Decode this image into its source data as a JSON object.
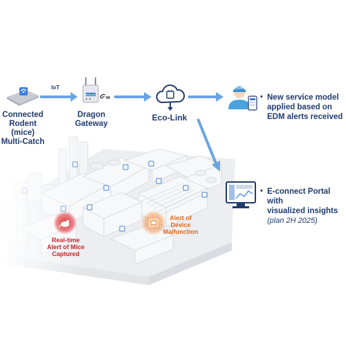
{
  "flow": {
    "iot_label": "IoT",
    "device_label_lines": [
      "Connected",
      "Rodent",
      "(mice)",
      "Multi-Catch"
    ],
    "gateway_label_lines": [
      "Dragon",
      "Gateway"
    ],
    "ecolink_label": "Eco-Link",
    "gateway_tag": "ECOLAB",
    "technician_tag": "ECOLAB"
  },
  "outcomes": {
    "service_model_lines": [
      "New service model",
      "applied based on",
      "EDM alerts received"
    ],
    "portal_lines": [
      "E-connect Portal with",
      "visualized insights"
    ],
    "portal_plan": "(plan 2H 2025)"
  },
  "alerts": {
    "mice_captured_lines": [
      "Real-time",
      "Alert of Mice",
      "Captured"
    ],
    "malfunction_lines": [
      "Alert of",
      "Device",
      "Malfunction"
    ]
  },
  "colors": {
    "arrow": "#6aa4e3",
    "text_navy": "#1f3b6e",
    "alert_red": "#c0262b",
    "alert_orange": "#e46b1b",
    "device_blue": "#3f7fd6"
  },
  "icons": {
    "device": "rodent-trap-icon",
    "gateway": "router-antenna-icon",
    "cloud": "cloud-icon",
    "technician": "technician-icon",
    "phone": "smartphone-icon",
    "monitor": "monitor-dashboard-icon",
    "mouse_alert": "mouse-icon"
  }
}
